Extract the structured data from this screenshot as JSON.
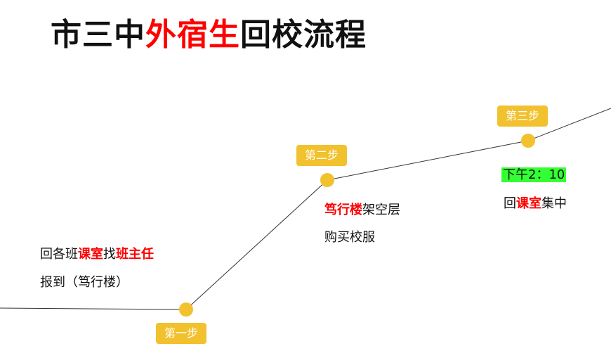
{
  "title": {
    "part1": "市三中",
    "part2": "外宿生",
    "part3": "回校流程"
  },
  "colors": {
    "accent_red": "#ff0000",
    "step_yellow": "#f2c12e",
    "time_highlight": "#33ff33"
  },
  "steps": [
    {
      "label": "第一步",
      "lines": [
        [
          "回各班",
          "课室",
          "找",
          "班主任"
        ],
        [
          "报到（笃行楼）"
        ]
      ]
    },
    {
      "label": "第二步",
      "lines": [
        [
          "笃行楼",
          "架空层"
        ],
        [
          "购买校服"
        ]
      ]
    },
    {
      "label": "第三步",
      "time": "下午2：10",
      "lines": [
        [
          "回",
          "课室",
          "集中"
        ]
      ]
    }
  ]
}
